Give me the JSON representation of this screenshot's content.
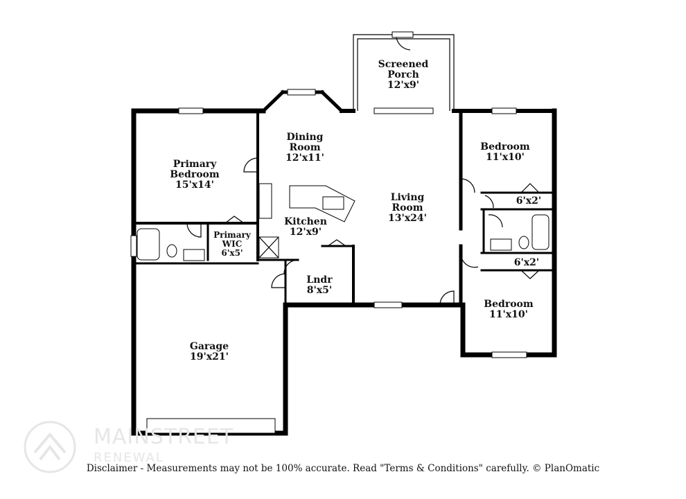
{
  "rooms": {
    "screened_porch": {
      "name": "Screened\nPorch",
      "line1": "Screened",
      "line2": "Porch",
      "size": "12'x9'"
    },
    "dining_room": {
      "line1": "Dining",
      "line2": "Room",
      "size": "12'x11'"
    },
    "primary_bedroom": {
      "line1": "Primary",
      "line2": "Bedroom",
      "size": "15'x14'"
    },
    "primary_wic": {
      "line1": "Primary",
      "line2": "WIC",
      "size": "6'x5'"
    },
    "kitchen": {
      "line1": "Kitchen",
      "size": "12'x9'"
    },
    "living_room": {
      "line1": "Living",
      "line2": "Room",
      "size": "13'x24'"
    },
    "bedroom_top": {
      "line1": "Bedroom",
      "size": "11'x10'"
    },
    "closet_top": {
      "size": "6'x2'"
    },
    "closet_bottom": {
      "size": "6'x2'"
    },
    "bedroom_bottom": {
      "line1": "Bedroom",
      "size": "11'x10'"
    },
    "laundry": {
      "line1": "Lndr",
      "size": "8'x5'"
    },
    "garage": {
      "line1": "Garage",
      "size": "19'x21'"
    }
  },
  "brand": {
    "line1": "MAINSTREET",
    "line2": "RENEWAL"
  },
  "disclaimer": "Disclaimer - Measurements may not be 100% accurate. Read \"Terms & Conditions\" carefully. © PlanOmatic"
}
